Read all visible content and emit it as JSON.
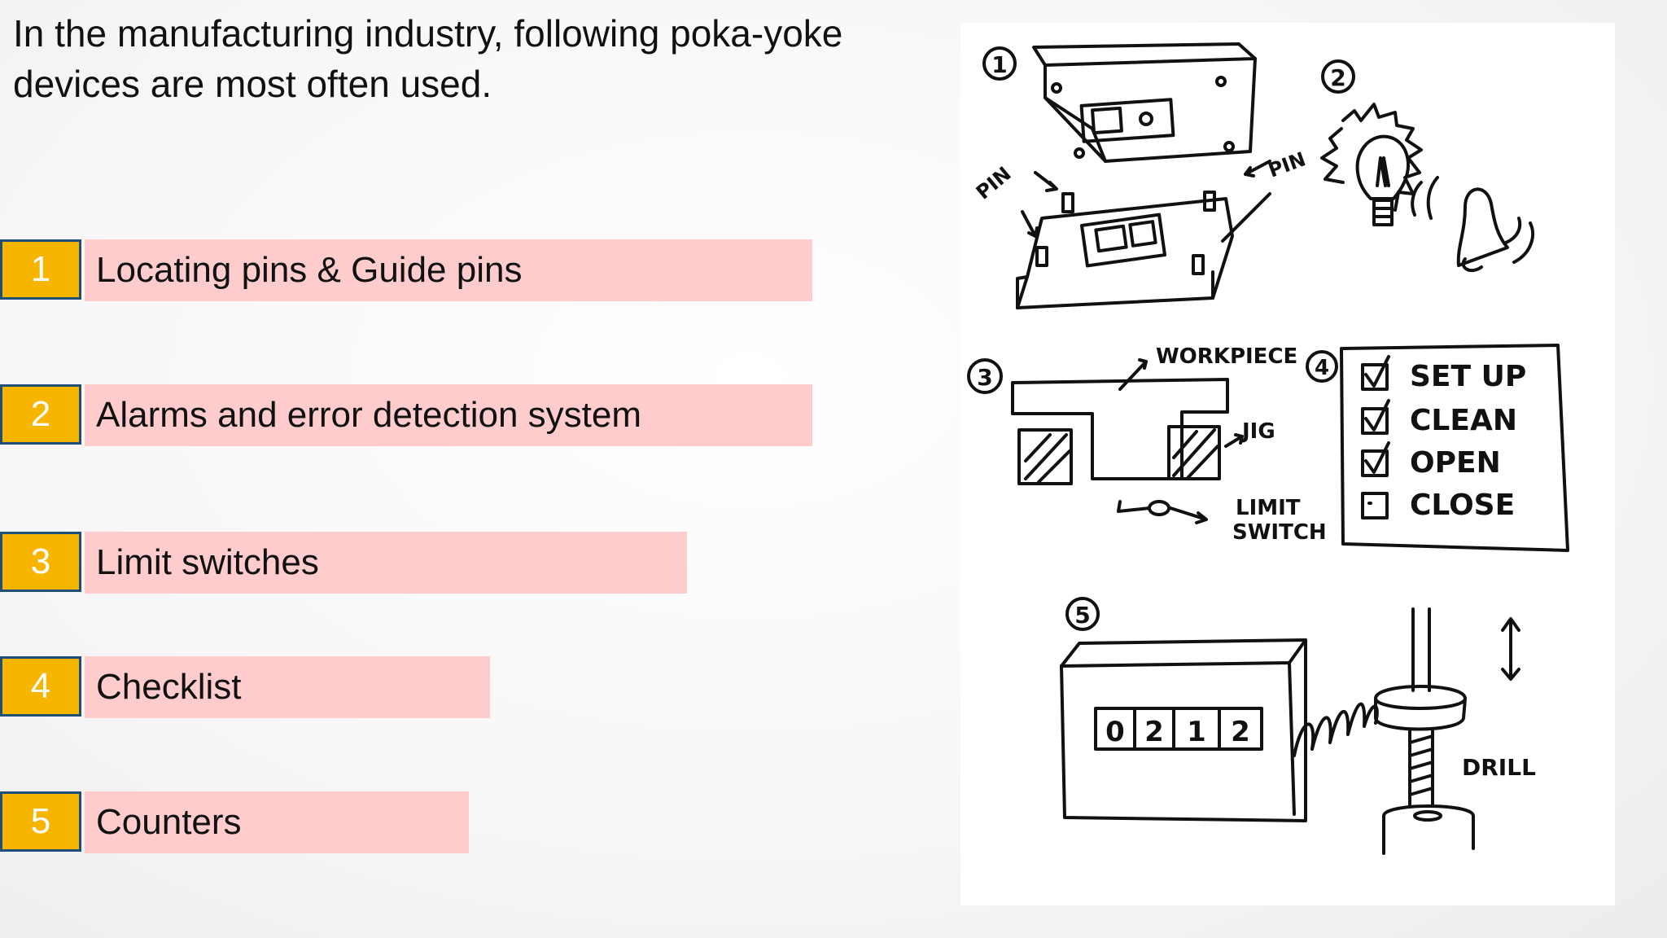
{
  "intro": "In the manufacturing industry, following poka-yoke devices are most often used.",
  "items": [
    {
      "num": "1",
      "label": "Locating pins & Guide pins"
    },
    {
      "num": "2",
      "label": "Alarms and error detection system"
    },
    {
      "num": "3",
      "label": "Limit switches"
    },
    {
      "num": "4",
      "label": "Checklist"
    },
    {
      "num": "5",
      "label": "Counters"
    }
  ],
  "illustration": {
    "badges": [
      "1",
      "2",
      "3",
      "4",
      "5"
    ],
    "pin_label": "PIN",
    "workpiece_label": "WORKPIECE",
    "jig_label": "JIG",
    "limit_label": "LIMIT",
    "switch_label": "SWITCH",
    "checklist": [
      "SET UP",
      "CLEAN",
      "OPEN",
      "CLOSE"
    ],
    "counter_digits": [
      "0",
      "2",
      "1",
      "2"
    ],
    "drill_label": "DRILL"
  },
  "colors": {
    "number_box": "#f7b500",
    "number_border": "#1f4e79",
    "bar": "#ffcccd"
  }
}
